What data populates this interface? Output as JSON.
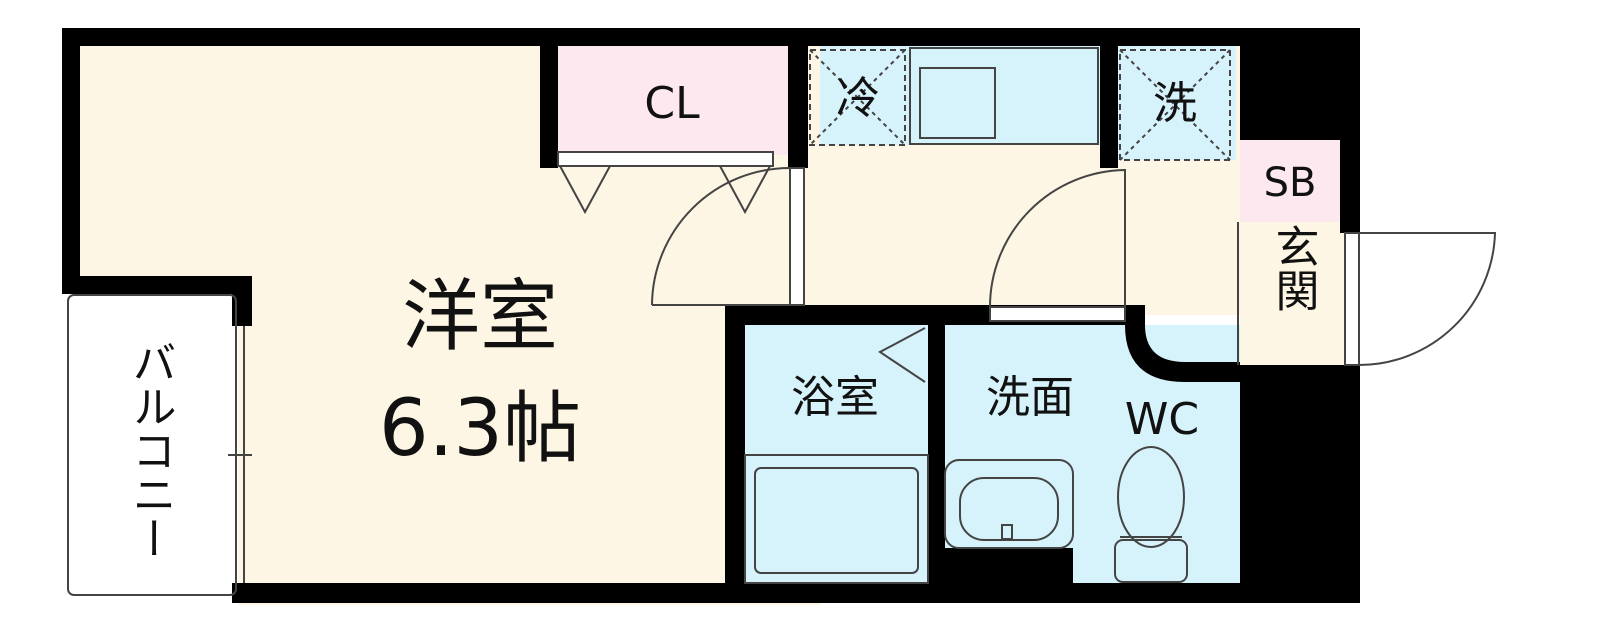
{
  "rooms": {
    "western_room": {
      "name": "洋室",
      "size": "6.3帖"
    },
    "closet": "CL",
    "fridge": "冷",
    "washer": "洗",
    "shoe_box": "SB",
    "entrance": "玄関",
    "bathroom": "浴室",
    "washroom": "洗面",
    "toilet": "WC",
    "balcony": "バルコニー"
  },
  "colors": {
    "wall": "#000000",
    "western_floor": "#fdf6e4",
    "closet_floor": "#fde8f0",
    "wet_area_floor": "#d6f2fb",
    "line": "#444444"
  }
}
